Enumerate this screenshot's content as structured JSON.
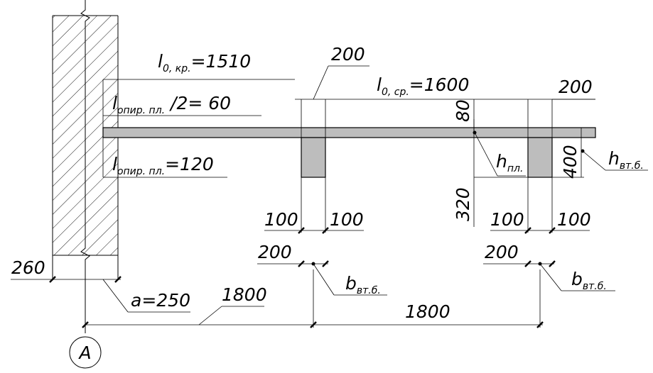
{
  "axis": {
    "label": "A"
  },
  "labels": {
    "l0_edge": {
      "main": "l",
      "sub": "0, кр.",
      "value": "=1510"
    },
    "support_half": {
      "main": "l",
      "sub": "опир. пл.",
      "value": " /2= 60"
    },
    "support_full": {
      "main": "l",
      "sub": "опир. пл.",
      "value": "=120"
    },
    "dim_200_top": "200",
    "l0_mid": {
      "main": "l",
      "sub": "0, ср.",
      "value": "=1600"
    },
    "dim_200_right": "200",
    "dim_80": "80",
    "dim_320": "320",
    "dim_400": "400",
    "h_pl": {
      "main": "h",
      "sub": "пл."
    },
    "h_vtb": {
      "main": "h",
      "sub": "вт.б."
    },
    "dim_100": "100",
    "dim_200": "200",
    "b_vtb": {
      "main": "b",
      "sub": "вт.б."
    },
    "dim_260": "260",
    "a_250": "a=250",
    "dim_1800": "1800"
  }
}
